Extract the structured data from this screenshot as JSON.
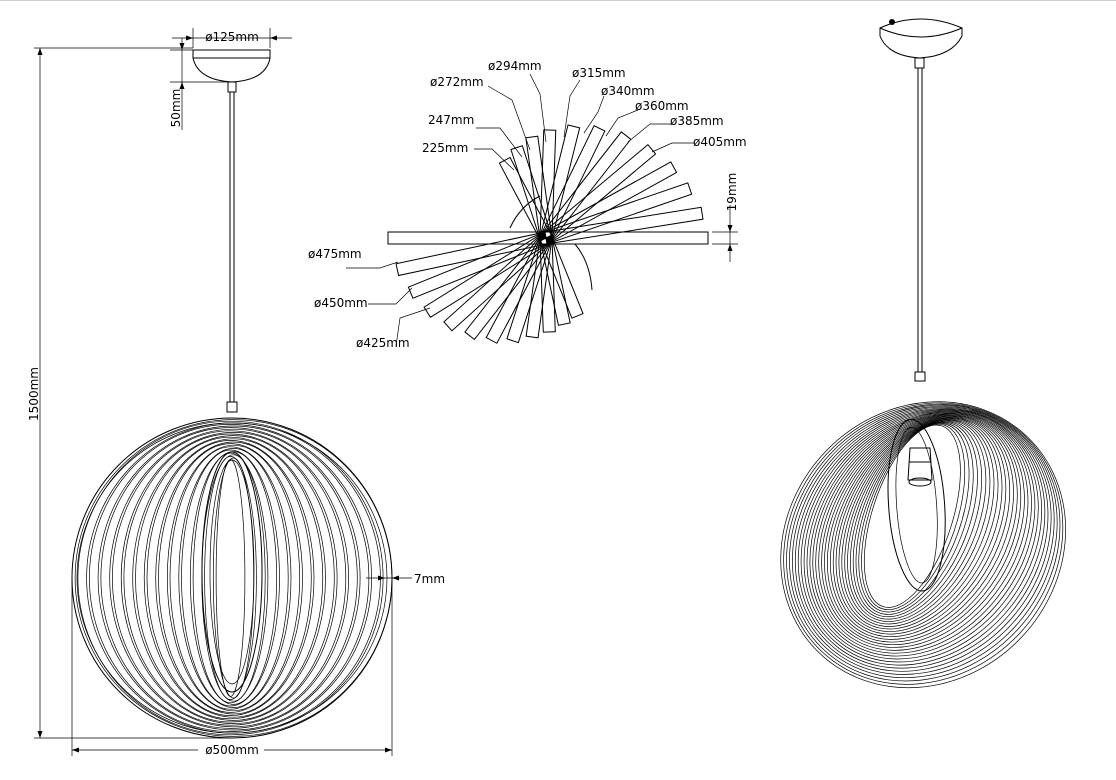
{
  "colors": {
    "line": "#000000",
    "background": "#ffffff"
  },
  "dimensions": {
    "canopy_diameter": "ø125mm",
    "canopy_height": "50mm",
    "overall_height": "1500mm",
    "shade_diameter": "ø500mm",
    "ring_width": "7mm",
    "ring_thickness": "19mm"
  },
  "ring_sizes_upper": [
    "225mm",
    "247mm",
    "ø272mm",
    "ø294mm",
    "ø315mm",
    "ø340mm",
    "ø360mm",
    "ø385mm",
    "ø405mm"
  ],
  "ring_sizes_lower": [
    "ø475mm",
    "ø450mm",
    "ø425mm"
  ]
}
